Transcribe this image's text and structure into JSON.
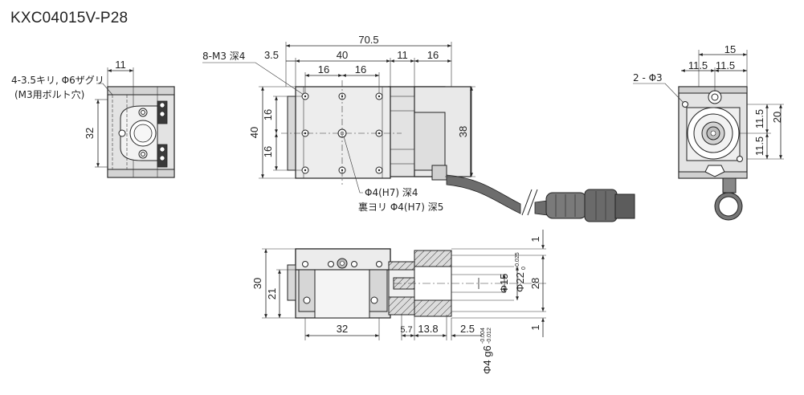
{
  "title": "KXC04015V-P28",
  "notes": {
    "side_hole_1": "4-3.5キリ, Φ6ザグリ",
    "side_hole_2": "(M3用ボルト穴)",
    "top_tap": "8-M3 深4",
    "center_hole": "Φ4(H7) 深4",
    "back_hole": "裏ヨリ Φ4(H7) 深5",
    "right_hole": "2 - Φ3"
  },
  "dims": {
    "d70_5": "70.5",
    "d3_5": "3.5",
    "d40_top": "40",
    "d11_top": "11",
    "d16_top": "16",
    "d16_a": "16",
    "d16_b": "16",
    "d40_left": "40",
    "d16_v1": "16",
    "d16_v2": "16",
    "d38": "38",
    "d11_left": "11",
    "d32_left": "32",
    "d15": "15",
    "d11_5_a": "11.5",
    "d11_5_b": "11.5",
    "d11_5_v1": "11.5",
    "d11_5_v2": "11.5",
    "d20": "20",
    "d30": "30",
    "d21": "21",
    "d32_bottom": "32",
    "d5_7": "5.7",
    "d13_8": "13.8",
    "d2_5": "2.5",
    "phi15": "Φ15",
    "phi22": "Φ22",
    "phi22_tol_upper": "+0.025",
    "phi22_tol_lower": "0",
    "d28": "28",
    "d1_top": "1",
    "d1_bottom": "1",
    "phi4_g6": "Φ4 g6",
    "phi4_tol_upper": "-0.004",
    "phi4_tol_lower": "-0.012"
  },
  "colors": {
    "body": "#e3e3e3",
    "line": "#222222",
    "cable": "#6d6d6d"
  }
}
